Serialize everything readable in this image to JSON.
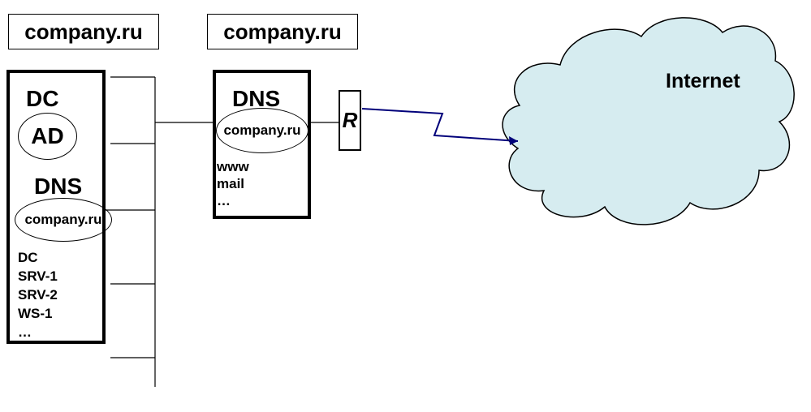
{
  "domains": {
    "left_label": "company.ru",
    "right_label": "company.ru"
  },
  "dc_server": {
    "title": "DC",
    "ad": "AD",
    "dns_title": "DNS",
    "zone": "company.ru",
    "records": [
      "DC",
      "SRV-1",
      "SRV-2",
      "WS-1",
      "…"
    ]
  },
  "ext_dns_server": {
    "title": "DNS",
    "zone": "company.ru",
    "records": [
      "www",
      "mail",
      "…"
    ]
  },
  "router": {
    "label": "R"
  },
  "cloud": {
    "label": "Internet",
    "fill": "#d6ecf0"
  },
  "colors": {
    "link": "#00007a"
  }
}
